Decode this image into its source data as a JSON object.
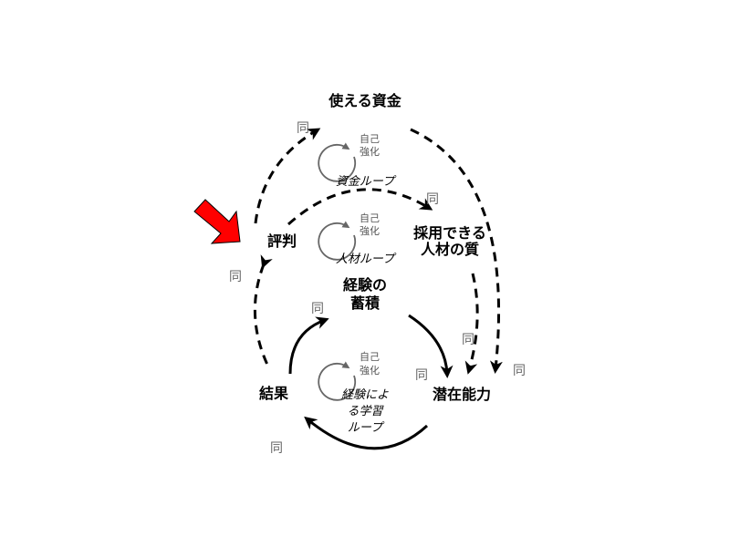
{
  "nodes": {
    "funds": "使える資金",
    "reputation": "評判",
    "talent_line1": "採用できる",
    "talent_line2": "人材の質",
    "experience_line1": "経験の",
    "experience_line2": "蓄積",
    "results": "結果",
    "potential": "潜在能力"
  },
  "loops": {
    "reinforcing_line1": "自己",
    "reinforcing_line2": "強化",
    "funds_loop": "資金ループ",
    "talent_loop": "人材ループ",
    "learning_loop_line1": "経験によ",
    "learning_loop_line2": "る学習",
    "learning_loop_line3": "ループ"
  },
  "polarity_label": "同",
  "colors": {
    "highlight_arrow": "#ff0000"
  }
}
